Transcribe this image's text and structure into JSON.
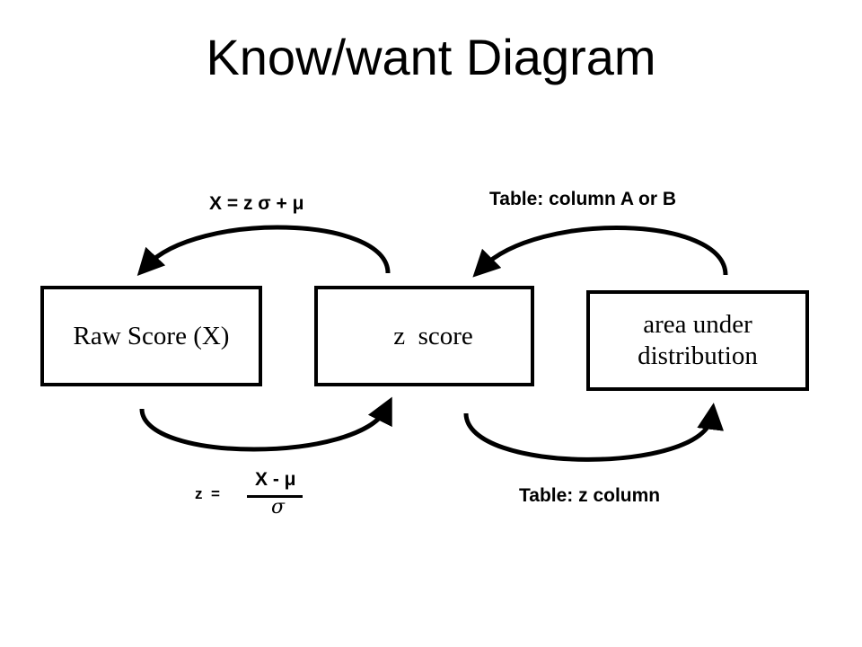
{
  "title": "Know/want Diagram",
  "boxes": {
    "raw": "Raw Score (X)",
    "z": "z  score",
    "area_line1": "area under",
    "area_line2": "distribution"
  },
  "labels": {
    "x_formula": "X = z σ + μ",
    "table_ab": "Table: column A or B",
    "table_z": "Table: z column",
    "z_eq": "z  =",
    "frac_numerator": "X - μ",
    "frac_denominator": "σ"
  }
}
